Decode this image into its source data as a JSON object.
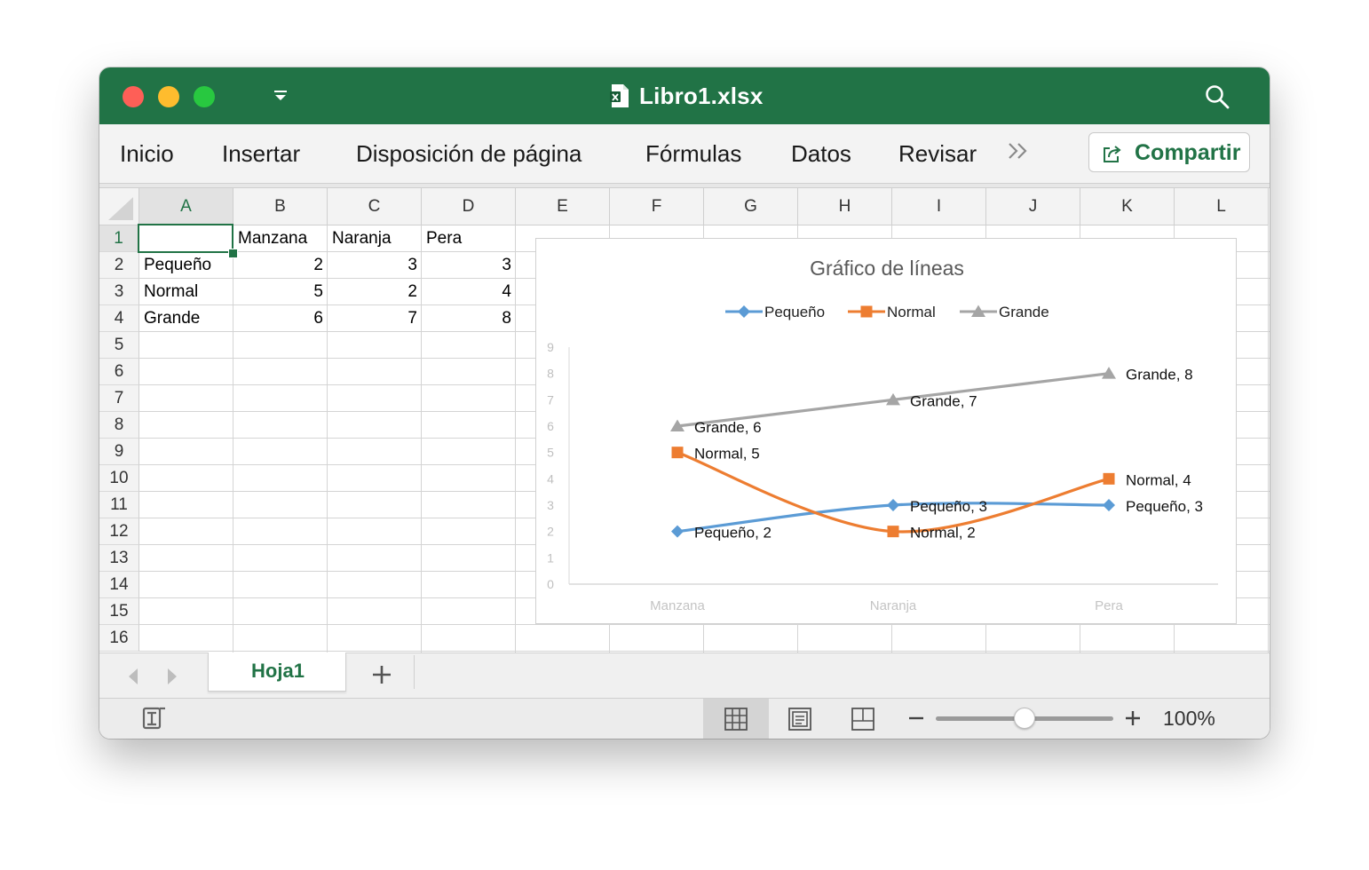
{
  "window": {
    "title": "Libro1.xlsx",
    "accent_color": "#217346",
    "icons": [
      "quick-access-menu-icon",
      "excel-document-icon",
      "search-icon"
    ]
  },
  "ribbon": {
    "tabs": [
      "Inicio",
      "Insertar",
      "Disposición de página",
      "Fórmulas",
      "Datos",
      "Revisar"
    ],
    "share_label": "Compartir",
    "icons": [
      "chevron-double-right-icon",
      "share-icon"
    ]
  },
  "sheet": {
    "columns": [
      "A",
      "B",
      "C",
      "D",
      "E",
      "F",
      "G",
      "H",
      "I",
      "J",
      "K",
      "L"
    ],
    "rows": [
      "1",
      "2",
      "3",
      "4",
      "5",
      "6",
      "7",
      "8",
      "9",
      "10",
      "11",
      "12",
      "13",
      "14",
      "15",
      "16"
    ],
    "active_cell": "A1",
    "header_row": [
      "",
      "Manzana",
      "Naranja",
      "Pera"
    ],
    "data_rows": [
      {
        "label": "Pequeño",
        "values": [
          "2",
          "3",
          "3"
        ]
      },
      {
        "label": "Normal",
        "values": [
          "5",
          "2",
          "4"
        ]
      },
      {
        "label": "Grande",
        "values": [
          "6",
          "7",
          "8"
        ]
      }
    ]
  },
  "chart_data": {
    "type": "line",
    "title": "Gráfico de líneas",
    "categories": [
      "Manzana",
      "Naranja",
      "Pera"
    ],
    "y_ticks": [
      "0",
      "1",
      "2",
      "3",
      "4",
      "5",
      "6",
      "7",
      "8",
      "9"
    ],
    "ylim": [
      0,
      9
    ],
    "grid": false,
    "legend_position": "top",
    "smooth": true,
    "series": [
      {
        "name": "Pequeño",
        "values": [
          2,
          3,
          3
        ],
        "color": "#5b9bd5",
        "marker": "diamond",
        "labels": [
          "Pequeño, 2",
          "Pequeño, 3",
          "Pequeño, 3"
        ]
      },
      {
        "name": "Normal",
        "values": [
          5,
          2,
          4
        ],
        "color": "#ed7d31",
        "marker": "square",
        "labels": [
          "Normal, 5",
          "Normal, 2",
          "Normal, 4"
        ]
      },
      {
        "name": "Grande",
        "values": [
          6,
          7,
          8
        ],
        "color": "#a5a5a5",
        "marker": "triangle",
        "labels": [
          "Grande, 6",
          "Grande, 7",
          "Grande, 8"
        ]
      }
    ]
  },
  "tabs_bar": {
    "sheets": [
      "Hoja1"
    ],
    "active_sheet": "Hoja1",
    "icons": [
      "chevron-left-icon",
      "chevron-right-icon",
      "plus-icon"
    ]
  },
  "status": {
    "zoom_label": "100%",
    "zoom_level": 1.0,
    "icons": [
      "macro-record-icon",
      "normal-view-icon",
      "page-layout-view-icon",
      "page-break-view-icon",
      "minus-icon",
      "plus-icon"
    ]
  }
}
